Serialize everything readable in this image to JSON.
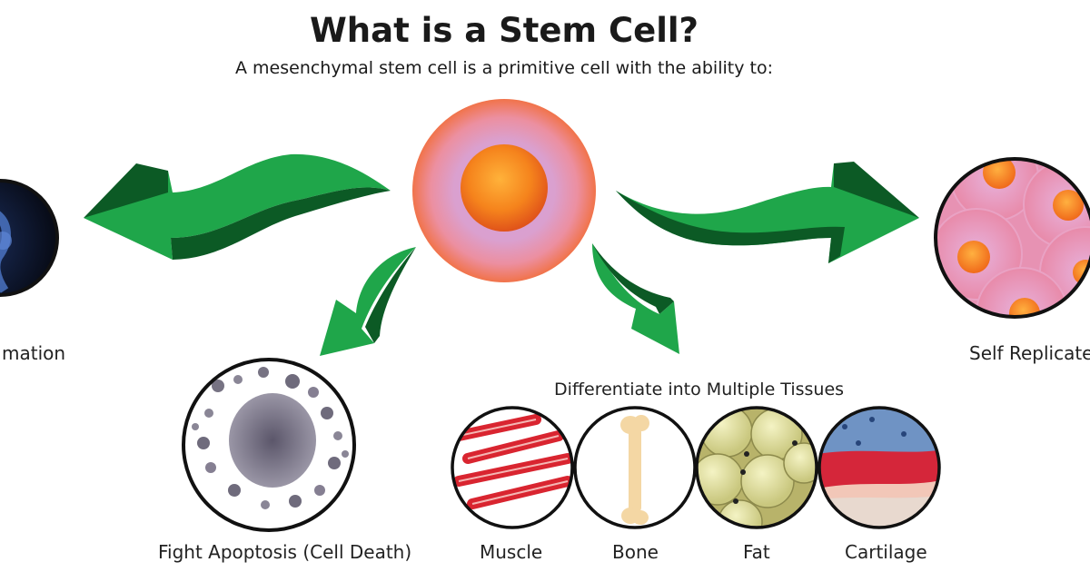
{
  "title": "What is a Stem Cell?",
  "subtitle": "A mesenchymal stem cell is a primitive cell with the ability to:",
  "labels": {
    "left_partial": "mation",
    "self_replicate": "Self Replicate",
    "fight_apoptosis": "Fight Apoptosis (Cell Death)",
    "differentiate": "Differentiate into Multiple Tissues"
  },
  "tissues": [
    {
      "label": "Muscle",
      "icon": "muscle-fibers-illustration"
    },
    {
      "label": "Bone",
      "icon": "bone-illustration"
    },
    {
      "label": "Fat",
      "icon": "fat-cells-illustration"
    },
    {
      "label": "Cartilage",
      "icon": "cartilage-illustration"
    }
  ],
  "colors": {
    "arrow_green": "#1fa64a",
    "arrow_dark": "#0c5a25",
    "cell_outer": "#f07a4a",
    "cell_inner": "#d9a3d2",
    "nucleus": "#f47a1a"
  }
}
